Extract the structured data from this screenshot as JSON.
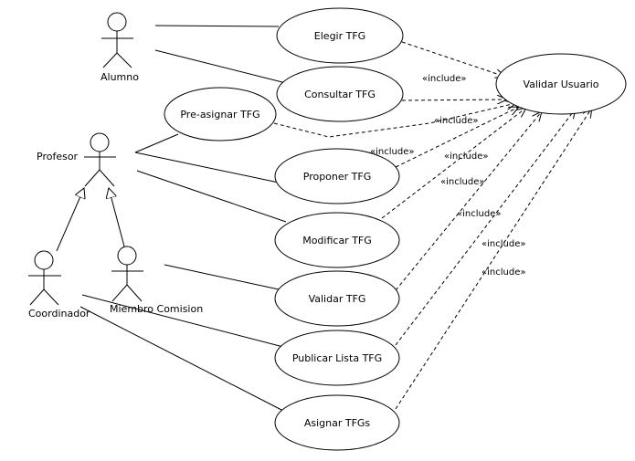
{
  "actors": [
    {
      "id": "alumno",
      "label": "Alumno"
    },
    {
      "id": "profesor",
      "label": "Profesor"
    },
    {
      "id": "coordinador",
      "label": "Coordinador"
    },
    {
      "id": "comision",
      "label": "Miembro Comision"
    }
  ],
  "use_cases": [
    {
      "id": "elegir",
      "label": "Elegir TFG"
    },
    {
      "id": "consultar",
      "label": "Consultar TFG"
    },
    {
      "id": "preasignar",
      "label": "Pre-asignar TFG"
    },
    {
      "id": "proponer",
      "label": "Proponer TFG"
    },
    {
      "id": "modificar",
      "label": "Modificar TFG"
    },
    {
      "id": "validar",
      "label": "Validar TFG"
    },
    {
      "id": "publicar",
      "label": "Publicar Lista TFG"
    },
    {
      "id": "asignar",
      "label": "Asignar TFGs"
    },
    {
      "id": "validar_usuario",
      "label": "Validar Usuario"
    }
  ],
  "include_label": "«include»",
  "include_labels": [
    "«include»",
    "«include»",
    "«include»",
    "«include»",
    "«include»",
    "«include»",
    "«include»",
    "«include»"
  ]
}
